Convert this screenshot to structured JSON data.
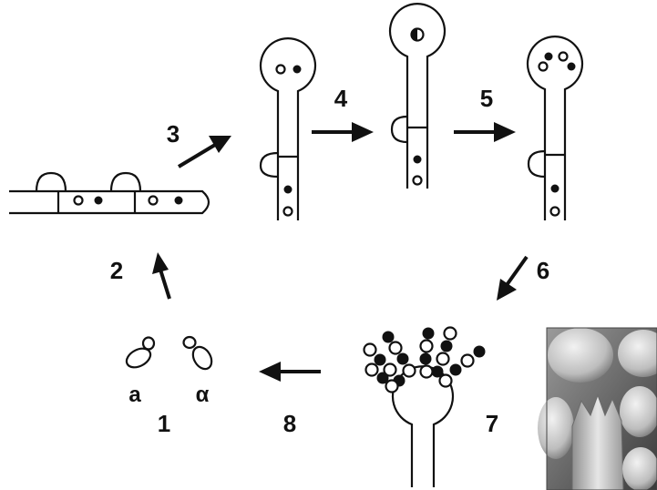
{
  "steps": [
    "1",
    "2",
    "3",
    "4",
    "5",
    "6",
    "7",
    "8"
  ],
  "mating_types": [
    "a",
    "α"
  ],
  "colors": {
    "ink": "#111111",
    "paper": "#ffffff"
  },
  "photo": {
    "kind": "scanning-electron-micrograph",
    "tone": "grayscale"
  }
}
